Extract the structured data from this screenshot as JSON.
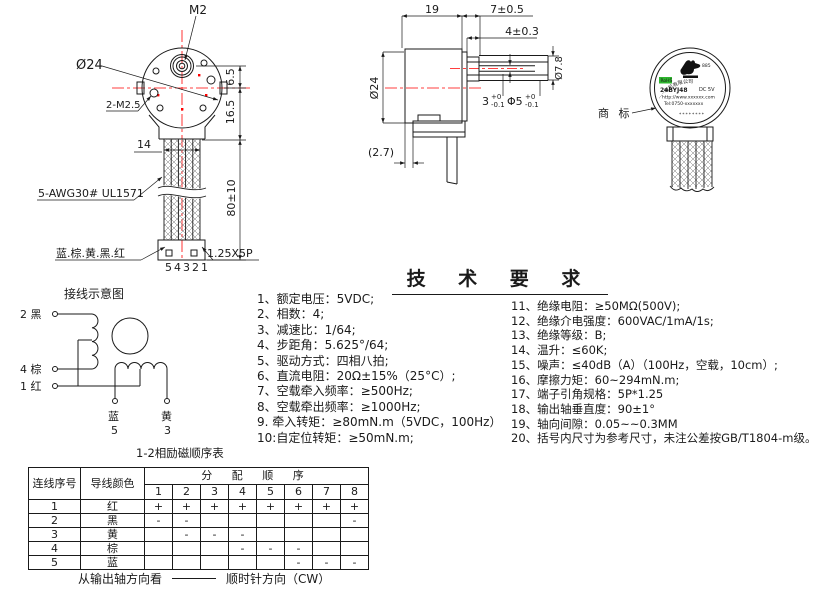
{
  "colors": {
    "ink": "#1a1a1a",
    "centerline_red": "#ff0000",
    "rohs_green": "#2db52d"
  },
  "front_view": {
    "shaft_thread": "M2",
    "body_dia": "Ø24",
    "mount_holes": "2-M2.5",
    "dim_shaft_offset": "6.5",
    "dim_center_to_base": "16.5",
    "dim_cable_width": "14",
    "dim_cable_length": "80±10",
    "wire_spec": "5-AWG30# UL1571",
    "wire_colors": "蓝.棕.黄.黑.红",
    "connector_spec": "1.25X5P",
    "pin_numbers": "54321"
  },
  "side_view": {
    "dim_body_length": "19",
    "dim_shaft_length": "7±0.5",
    "dim_shaft_step": "4±0.3",
    "dia_body": "Ø24",
    "dia_bushing": "Ø7.8",
    "dim_flat": "3",
    "dia_shaft": "Φ5",
    "tol_sup": "+0",
    "tol_sub": "-0.1",
    "dim_bracket_offset": "(2.7)"
  },
  "label_view": {
    "callout": "商 标",
    "company_arc": "·····电机有限公司",
    "rohs": "RoHS",
    "model": "24BYJ48",
    "voltage": "DC 5V",
    "website": "http://www.xxxxxx.com",
    "tel": "Tel:0750-xxxxxxx",
    "logo_code": "885",
    "barcode": "********"
  },
  "tech": {
    "title": "技 术 要 求",
    "left": [
      "1、额定电压：5VDC;",
      "2、相数：4;",
      "3、减速比：1/64;",
      "4、步距角：5.625°/64;",
      "5、驱动方式：四相八拍;",
      "6、直流电阻：20Ω±15%（25°C）;",
      "7、空载牵入频率：≥500Hz;",
      "8、空载牵出频率：≥1000Hz;",
      "9. 牵入转矩：≥80mN.m（5VDC，100Hz）",
      "10:自定位转矩：≥50mN.m;"
    ],
    "right": [
      "11、绝缘电阻：≥50MΩ(500V);",
      "12、绝缘介电强度：600VAC/1mA/1s;",
      "13、绝缘等级：B;",
      "14、温升：≤60K;",
      "15、噪声：≤40dB（A）（100Hz，空载，10cm）;",
      "16、摩擦力矩：60~294mN.m;",
      "17、端子引角规格：5P*1.25",
      "18、输出轴垂直度：90±1°",
      "19、轴向间隙：0.05~~0.3MM",
      "20、括号内尺寸为参考尺寸，未注公差按GB/T1804-m级。"
    ]
  },
  "wiring": {
    "title": "接线示意图",
    "terminal_2": "2 黑",
    "terminal_4": "4 棕",
    "terminal_1": "1 红",
    "blue_label": "蓝",
    "blue_pin": "5",
    "yellow_label": "黄",
    "yellow_pin": "3"
  },
  "sequence_table": {
    "title": "1-2相励磁顺序表",
    "header_wire_no": "连线序号",
    "header_wire_color": "导线颜色",
    "header_sequence": "分 配 顺 序",
    "steps": [
      "1",
      "2",
      "3",
      "4",
      "5",
      "6",
      "7",
      "8"
    ],
    "rows": [
      {
        "no": "1",
        "color": "红",
        "cells": [
          "+",
          "+",
          "+",
          "+",
          "+",
          "+",
          "+",
          "+"
        ]
      },
      {
        "no": "2",
        "color": "黑",
        "cells": [
          "-",
          "-",
          "",
          "",
          "",
          "",
          "",
          "-"
        ]
      },
      {
        "no": "3",
        "color": "黄",
        "cells": [
          "",
          "-",
          "-",
          "-",
          "",
          "",
          "",
          ""
        ]
      },
      {
        "no": "4",
        "color": "棕",
        "cells": [
          "",
          "",
          "",
          "-",
          "-",
          "-",
          "",
          ""
        ]
      },
      {
        "no": "5",
        "color": "蓝",
        "cells": [
          "",
          "",
          "",
          "",
          "",
          "-",
          "-",
          "-"
        ]
      }
    ],
    "footer_view": "从输出轴方向看",
    "footer_dir": "顺时针方向（CW）"
  }
}
